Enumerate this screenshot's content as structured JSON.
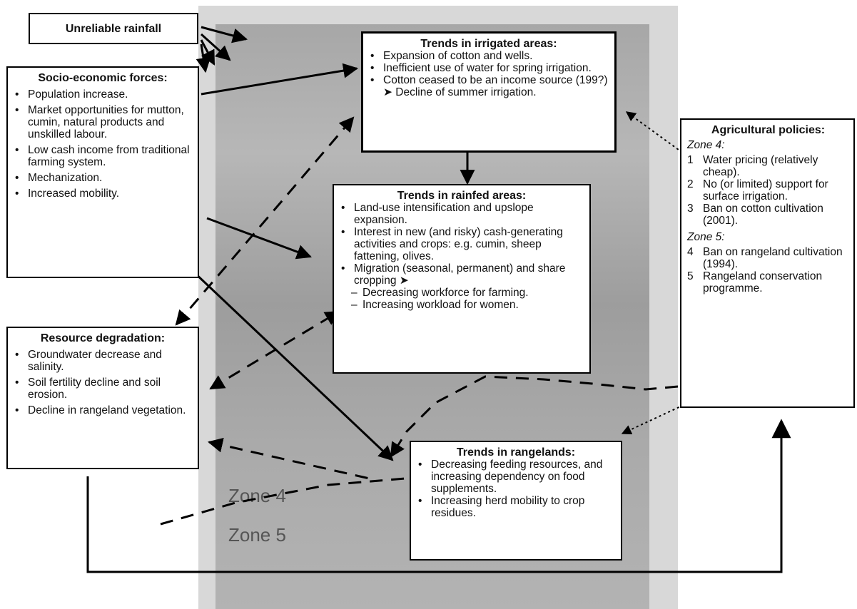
{
  "map": {
    "zone4_label": "Zone 4",
    "zone5_label": "Zone 5"
  },
  "unreliable_rainfall": {
    "title": "Unreliable rainfall"
  },
  "socio_economic": {
    "title": "Socio-economic forces:",
    "items": [
      "Population increase.",
      "Market opportunities for mutton, cumin, natural products and unskilled labour.",
      "Low cash income from traditional farming system.",
      "Mechanization.",
      "Increased mobility."
    ]
  },
  "resource_degradation": {
    "title": "Resource degradation:",
    "items": [
      "Groundwater decrease and salinity.",
      "Soil fertility decline and soil erosion.",
      "Decline in rangeland vegetation."
    ]
  },
  "irrigated": {
    "title": "Trends in irrigated areas:",
    "items": [
      "Expansion of cotton and wells.",
      "Inefficient use of water for spring irrigation.",
      "Cotton ceased to be an income source (199?)",
      "Decline of summer irrigation."
    ]
  },
  "rainfed": {
    "title": "Trends in rainfed areas:",
    "items": [
      "Land-use intensification and upslope expansion.",
      "Interest in new (and risky) cash-generating activities and crops: e.g. cumin, sheep fattening, olives.",
      "Migration (seasonal, permanent) and share cropping"
    ],
    "subitems": [
      "Decreasing workforce for farming.",
      "Increasing workload for women."
    ]
  },
  "rangelands": {
    "title": "Trends in rangelands:",
    "items": [
      "Decreasing feeding resources, and increasing dependency on food supplements.",
      "Increasing herd mobility to crop residues."
    ]
  },
  "agri_policies": {
    "title": "Agricultural policies:",
    "zone4": "Zone 4:",
    "zone4_items": [
      {
        "n": "1",
        "text": "Water pricing (relatively cheap)."
      },
      {
        "n": "2",
        "text": "No (or limited) support for surface irrigation."
      },
      {
        "n": "3",
        "text": "Ban on cotton cultivation (2001)."
      }
    ],
    "zone5": "Zone 5:",
    "zone5_items": [
      {
        "n": "4",
        "text": "Ban on rangeland cultivation (1994)."
      },
      {
        "n": "5",
        "text": "Rangeland conservation programme."
      }
    ]
  }
}
